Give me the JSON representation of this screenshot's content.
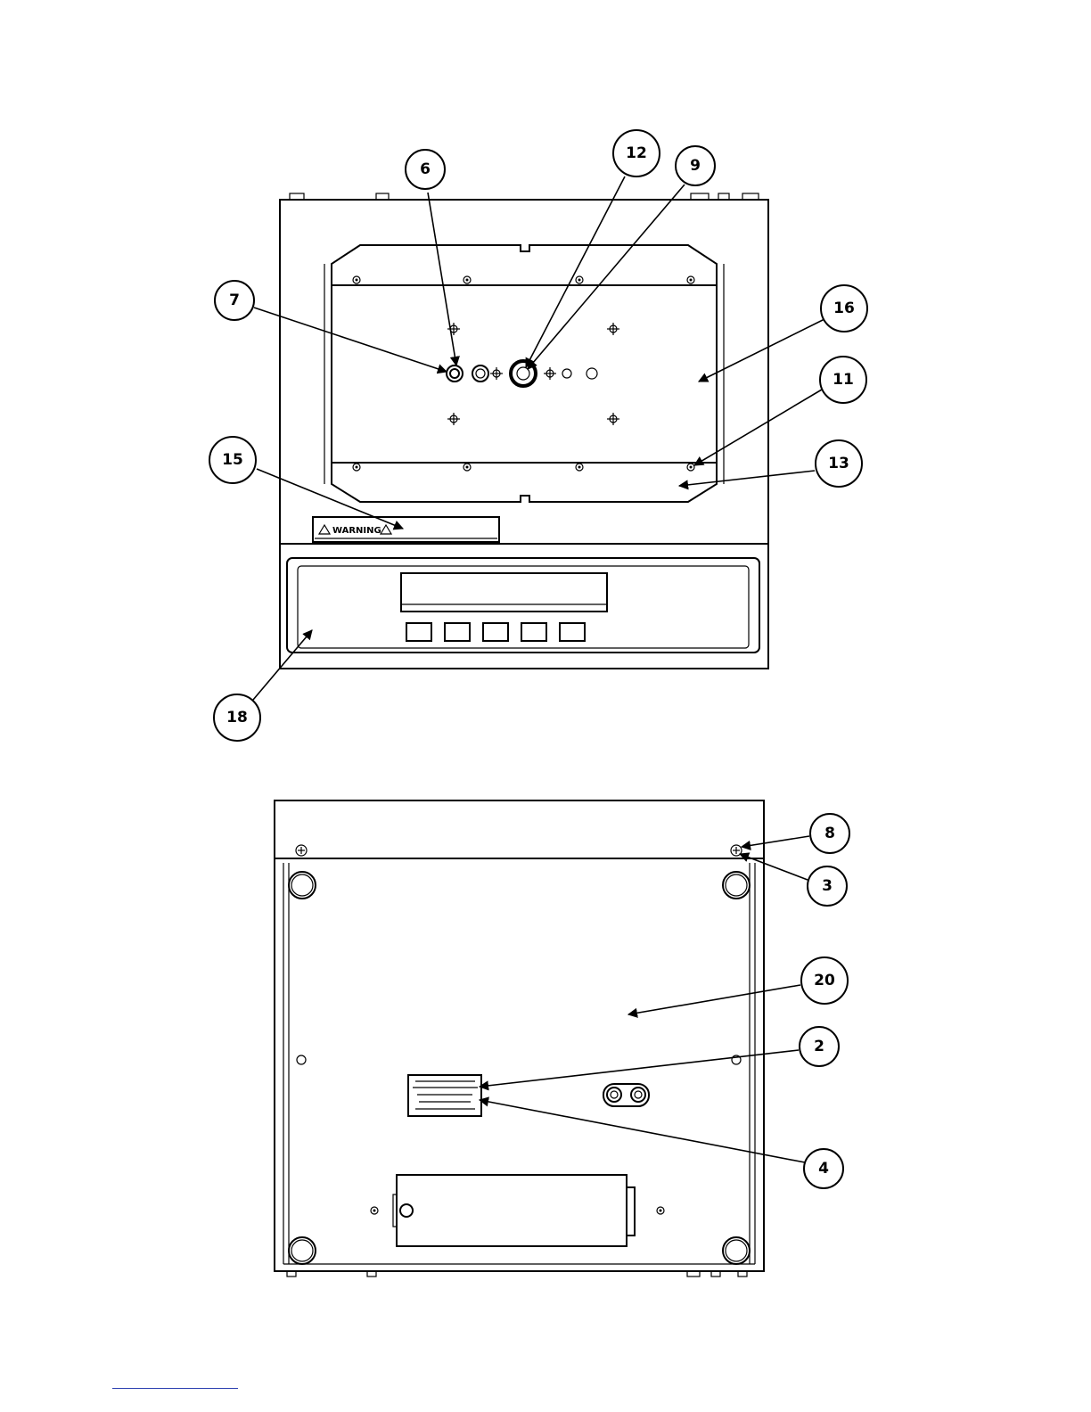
{
  "warning_label": {
    "text": "WARNING",
    "icon": "warning-triangle-icon"
  },
  "callouts": [
    "6",
    "12",
    "9",
    "7",
    "16",
    "11",
    "15",
    "13",
    "18",
    "8",
    "3",
    "20",
    "2",
    "4"
  ],
  "footer": {
    "rule_color": "#2b3fb0"
  }
}
